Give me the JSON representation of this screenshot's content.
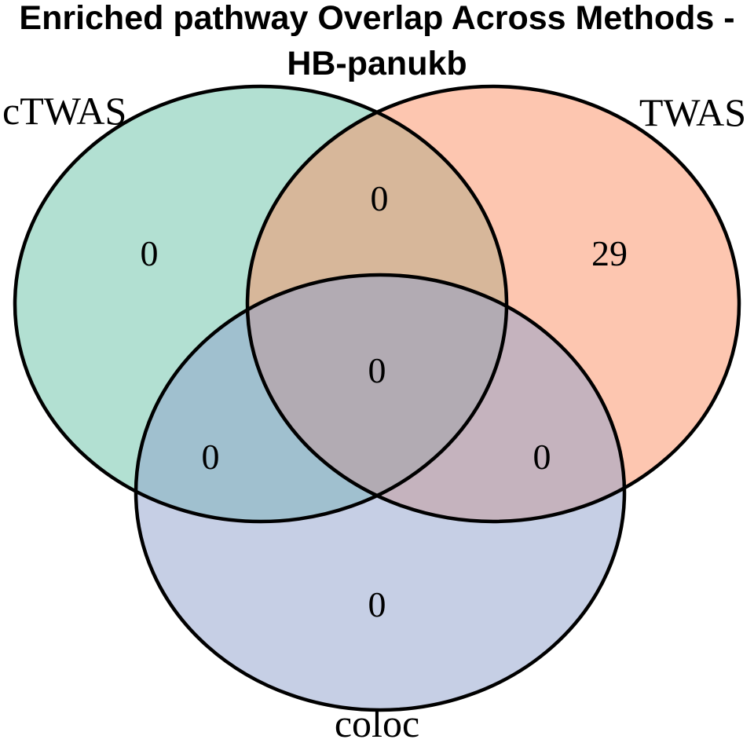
{
  "title": {
    "line1": "Enriched pathway Overlap Across Methods -",
    "line2": "HB-panukb",
    "full": "Enriched pathway Overlap Across Methods - HB-panukb"
  },
  "venn": {
    "labels": {
      "set1": "cTWAS",
      "set2": "TWAS",
      "set3": "coloc"
    },
    "counts": {
      "set1_only": "0",
      "set2_only": "29",
      "set3_only": "0",
      "set1_set2": "0",
      "set1_set3": "0",
      "set2_set3": "0",
      "all": "0"
    },
    "colors": {
      "set1": "#66c2a5",
      "set2": "#fc8d62",
      "set3": "#8da0cb",
      "outline": "#000000"
    }
  },
  "chart_data": {
    "type": "venn",
    "title": "Enriched pathway Overlap Across Methods - HB-panukb",
    "sets": [
      "cTWAS",
      "TWAS",
      "coloc"
    ],
    "regions": [
      {
        "sets": [
          "cTWAS"
        ],
        "value": 0
      },
      {
        "sets": [
          "TWAS"
        ],
        "value": 29
      },
      {
        "sets": [
          "coloc"
        ],
        "value": 0
      },
      {
        "sets": [
          "cTWAS",
          "TWAS"
        ],
        "value": 0
      },
      {
        "sets": [
          "cTWAS",
          "coloc"
        ],
        "value": 0
      },
      {
        "sets": [
          "TWAS",
          "coloc"
        ],
        "value": 0
      },
      {
        "sets": [
          "cTWAS",
          "TWAS",
          "coloc"
        ],
        "value": 0
      }
    ],
    "set_colors": [
      "#66c2a5",
      "#fc8d62",
      "#8da0cb"
    ],
    "fill_opacity": 0.5,
    "outline_color": "#000000",
    "layout_hints": {
      "label_positions": "cTWAS top-left, TWAS top-right, coloc bottom-center",
      "background": "#ffffff"
    }
  }
}
